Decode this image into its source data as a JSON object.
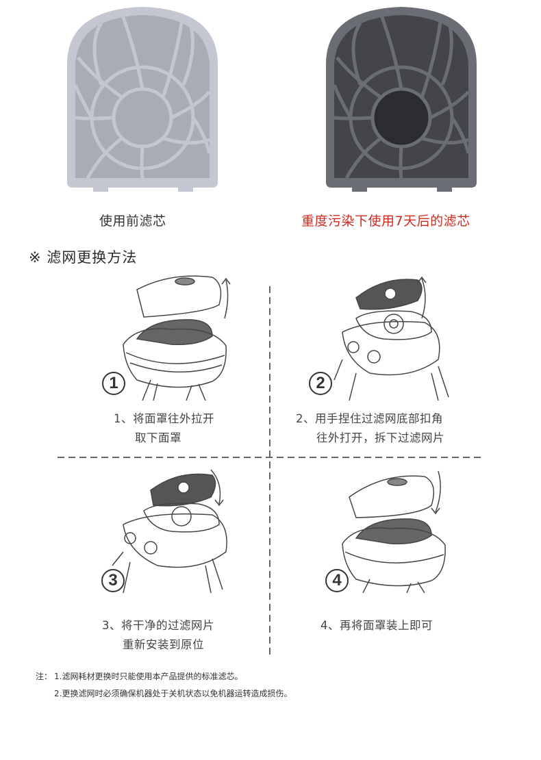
{
  "comparison": {
    "clean": {
      "caption": "使用前滤芯",
      "frame_color": "#c4c6d2",
      "media_color": "#a9abb5"
    },
    "dirty": {
      "caption": "重度污染下使用7天后的滤芯",
      "caption_color": "#d2281e",
      "frame_color": "#6b6d75",
      "media_color": "#3c3d42"
    }
  },
  "section": {
    "marker": "※",
    "title": "※ 滤网更换方法"
  },
  "steps": [
    {
      "number": "1",
      "line1": "1、将面罩往外拉开",
      "line2": "取下面罩"
    },
    {
      "number": "2",
      "line1": "2、用手捏住过滤网底部扣角",
      "line2": "往外打开，拆下过滤网片"
    },
    {
      "number": "3",
      "line1": "3、将干净的过滤网片",
      "line2": "重新安装到原位"
    },
    {
      "number": "4",
      "line1": "4、再将面罩装上即可",
      "line2": ""
    }
  ],
  "notes": {
    "label": "注：",
    "items": [
      "1.滤网耗材更换时只能使用本产品提供的标准滤芯。",
      "2.更换滤网时必须确保机器处于关机状态以免机器运转造成损伤。"
    ]
  }
}
